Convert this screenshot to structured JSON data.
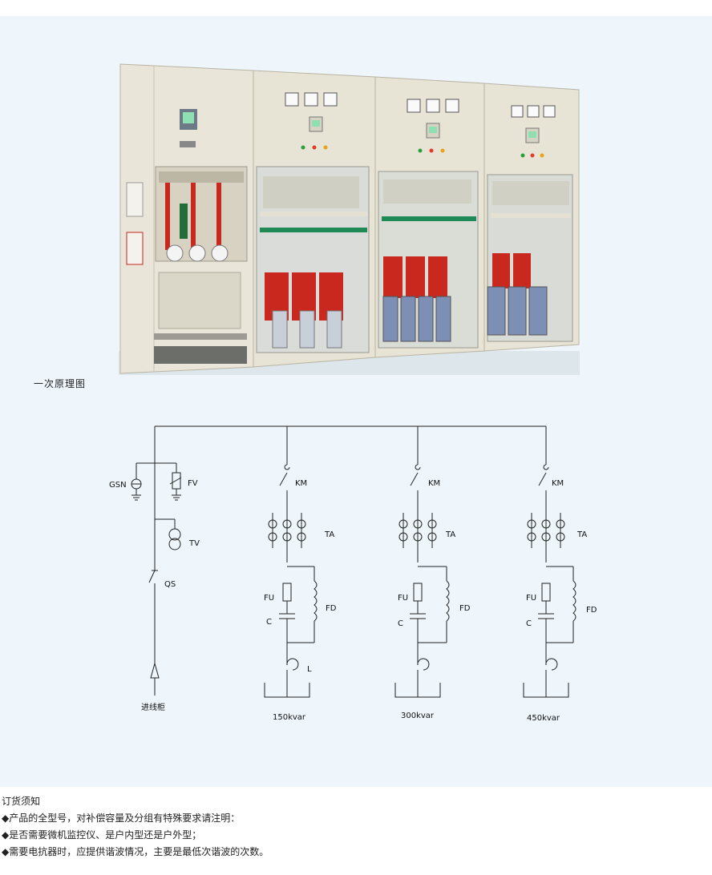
{
  "diagram": {
    "title": "一次原理图",
    "incoming": {
      "gsn": "GSN",
      "fv": "FV",
      "tv": "TV",
      "qs": "QS",
      "caption": "进线柜"
    },
    "branches": [
      {
        "km": "KM",
        "ta": "TA",
        "fu": "FU",
        "c": "C",
        "fd": "FD",
        "l": "L",
        "caption": "150kvar"
      },
      {
        "km": "KM",
        "ta": "TA",
        "fu": "FU",
        "c": "C",
        "fd": "FD",
        "caption": "300kvar"
      },
      {
        "km": "KM",
        "ta": "TA",
        "fu": "FU",
        "c": "C",
        "fd": "FD",
        "caption": "450kvar"
      }
    ]
  },
  "notes": {
    "heading": "订货须知",
    "items": [
      "◆产品的全型号，对补偿容量及分组有特殊要求请注明：",
      "◆是否需要微机监控仪、是户内型还是户外型；",
      "◆需要电抗器时，应提供谐波情况，主要是最低次谐波的次数。"
    ]
  },
  "colors": {
    "panel_bg": "#eef6fb",
    "cabinet": "#e8e4d6",
    "reactor_red": "#c8281e",
    "capacitor_blue": "#7d8fb5"
  }
}
